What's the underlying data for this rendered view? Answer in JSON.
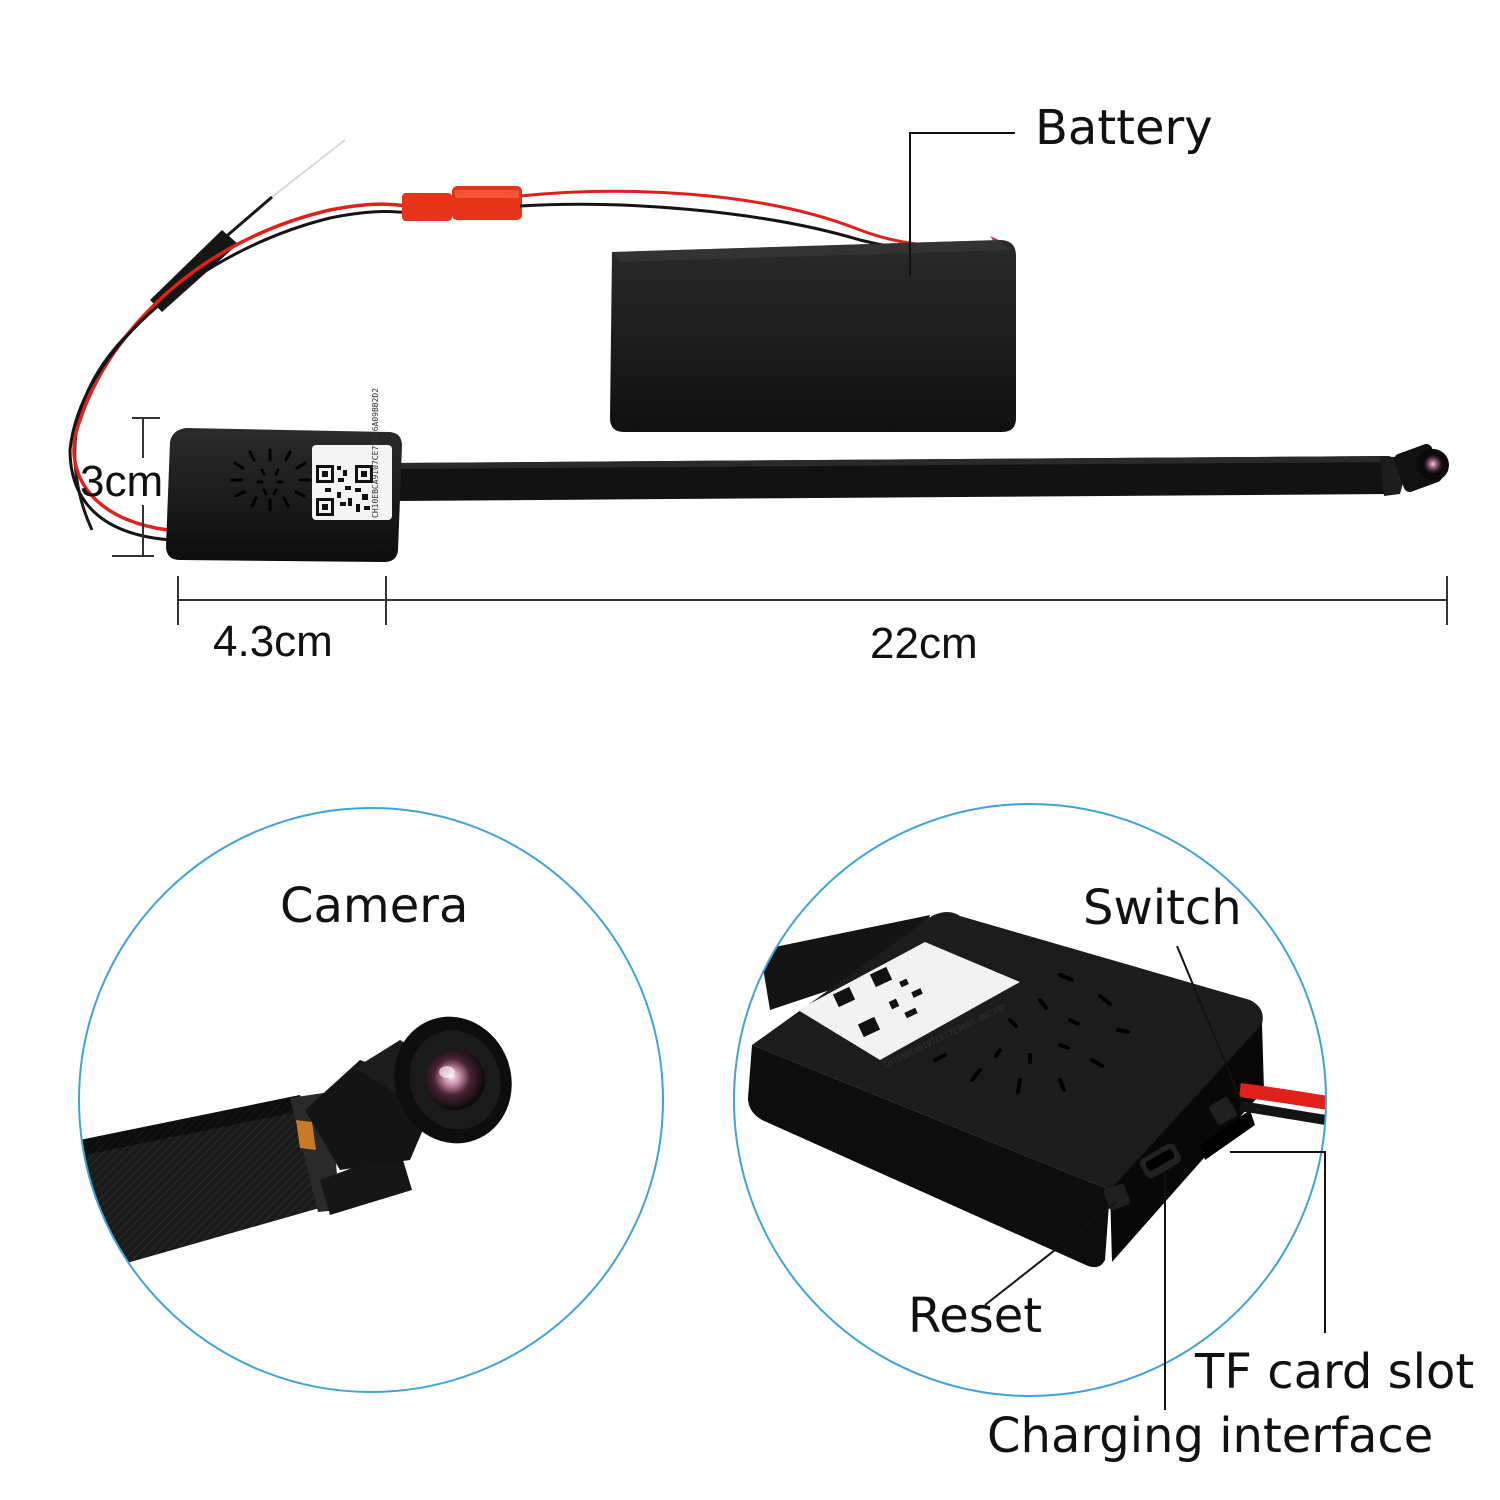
{
  "labels": {
    "battery": "Battery",
    "height_dim": "3cm",
    "width_dim": "4.3cm",
    "length_dim": "22cm",
    "camera": "Camera",
    "switch": "Switch",
    "reset": "Reset",
    "tf_card_slot": "TF card slot",
    "charging_interface": "Charging interface"
  },
  "device_code_top": "CH10EBCA9I07CE77E86A09BB2D2",
  "device_code_detail": "CH10EBCA9I07CE77E8A09-B6C302",
  "colors": {
    "circle_border": "#3da3d9",
    "device_body": "#151515",
    "wire_red": "#e0201a",
    "wire_black": "#141414",
    "connector_red": "#e8331b"
  }
}
